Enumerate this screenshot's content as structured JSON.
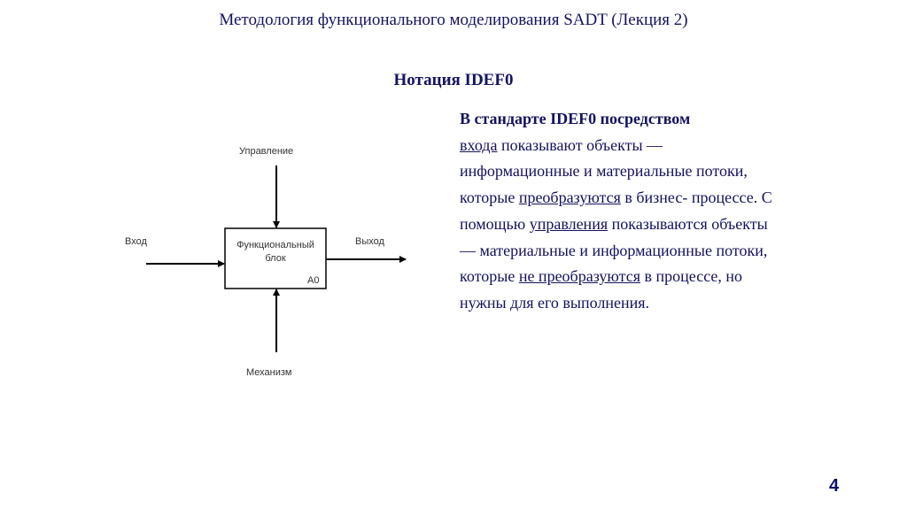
{
  "slide": {
    "header": "Методология функционального моделирования SADT (Лекция 2)",
    "subtitle": "Нотация IDEF0",
    "page_number": "4"
  },
  "diagram": {
    "box_label_line1": "Функциональный",
    "box_label_line2": "блок",
    "box_id": "A0",
    "control_label": "Управление",
    "input_label": "Вход",
    "output_label": "Выход",
    "mechanism_label": "Механизм"
  },
  "text": {
    "p1_bold": "В стандарте IDEF0 посредством",
    "p1_u1": "входа",
    "p1_t1": " показывают объекты — информационные и материальные потоки, которые ",
    "p1_u2": "преобразуются",
    "p1_t2": " в бизнес- процессе. С помощью ",
    "p1_u3": "управления",
    "p1_t3": " показываются объекты — материальные и информационные потоки, которые ",
    "p1_u4": "не преобразуются",
    "p1_t4": " в процессе, но нужны для его выполнения."
  }
}
